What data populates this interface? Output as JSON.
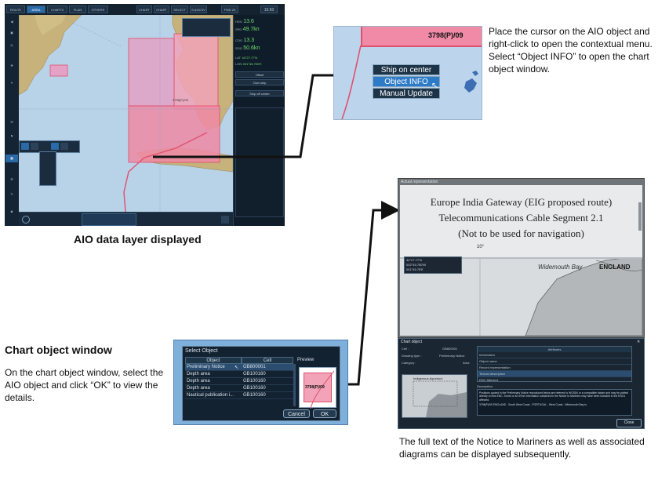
{
  "ecdis": {
    "tabs": [
      "ROUTE",
      "AREA",
      "CHARTS",
      "PLAN",
      "OTHERS"
    ],
    "topright": [
      "CHART ONLY",
      "CHART DISP",
      "SELECT CHART",
      "S-63/CSV",
      "FWD 20",
      "15:50"
    ],
    "nav": [
      {
        "k": "HDG",
        "v": "13.6"
      },
      {
        "k": "SPD",
        "v": "49.7kn"
      },
      {
        "k": "COG",
        "v": "13.3"
      },
      {
        "k": "SOG",
        "v": "50.6kn"
      },
      {
        "k": "LAT",
        "v": "44°27.77'N"
      },
      {
        "k": "LON",
        "v": "001°45.750'E"
      }
    ],
    "panel_buttons": [
      "Offset",
      "Own ship",
      "Ship off center"
    ],
    "chart_label": "3798(P)/09"
  },
  "zoom": {
    "chart_label": "3798(P)/09",
    "menu": [
      "Ship on center",
      "Object INFO",
      "Manual Update"
    ]
  },
  "detail": {
    "header": "Actual representation",
    "notice_lines": [
      "Europe India Gateway (EIG proposed route)",
      "Telecommunications Cable Segment 2.1",
      "(Not to be used for navigation)"
    ],
    "coord_box": [
      "44°27.77'N",
      "002°45.750'W",
      "001°45.75'E"
    ],
    "degree_label": "10°",
    "place_label": "Widemouth Bay",
    "country_label": "ENGLAND"
  },
  "objwin": {
    "title": "Chart object",
    "cell_label": "Cell :",
    "cell_value": "GB800001",
    "drawing_label": "Drawing type :",
    "drawing_value": "Preliminary Notice",
    "category_label": "Category :",
    "category_value": "Area",
    "attr_header": "Attributes",
    "attributes": [
      "Information",
      "Object name",
      "Record representation",
      "Textual description",
      "ENC Affected"
    ],
    "desc_label": "Description",
    "desc_text": "Positions quoted in the Preliminary Notice reproduced below are referred to WGS84 or a compatible datum and may be plotted directly on this ENC. Some or all of the information contained in the Notice to Mariners may have been included in the ENCs affected.",
    "desc_text2": "3798(P)/09 ENGLAND - South West Coast - PORTUGAL - West Coast - Widemouth Bay to",
    "thumb_label": "Indigenous Aqueduct",
    "close": "Close"
  },
  "select": {
    "title": "Select Object",
    "col_object": "Object",
    "col_cell": "Cell",
    "preview": "Preview",
    "rows": [
      {
        "object": "Preliminary Notice",
        "cell": "GB800001",
        "selected": true
      },
      {
        "object": "Depth area",
        "cell": "GB100160",
        "selected": false
      },
      {
        "object": "Depth area",
        "cell": "GB100160",
        "selected": false
      },
      {
        "object": "Depth area",
        "cell": "GB100160",
        "selected": false
      },
      {
        "object": "Nautical publication i...",
        "cell": "GB100160",
        "selected": false
      }
    ],
    "preview_label": "3798(P)/09",
    "cancel": "Cancel",
    "ok": "OK"
  },
  "captions": {
    "aio_caption": "AIO data layer displayed",
    "right_top": "Place the cursor on the AIO object and right-click to open the contextual menu. Select “Object INFO” to open the chart object window.",
    "window_title": "Chart object window",
    "window_body": "On the chart object window, select the AIO object and click “OK” to view the details.",
    "bottom_right": "The full text of the Notice to Mariners as well as associated diagrams can be displayed subsequently."
  },
  "colors": {
    "aio_pink": "#f2a3b8",
    "aio_border": "#e0506e",
    "land": "#c6b27a",
    "sea": "#b8d2e8",
    "menu_select": "#2d7bc7"
  }
}
